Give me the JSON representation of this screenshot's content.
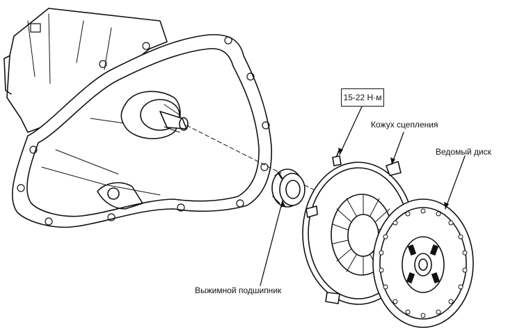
{
  "labels": {
    "torque": "15-22 Н·м",
    "clutch_cover": "Кожух сцепления",
    "driven_disc": "Ведомый диск",
    "release_bearing": "Выжимной подшипник"
  }
}
